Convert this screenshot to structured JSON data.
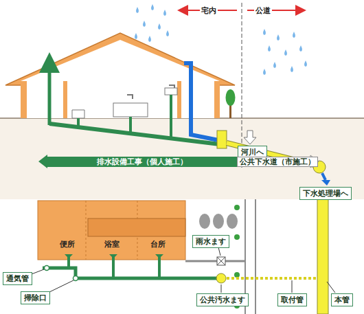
{
  "diagram": {
    "nodes": [
      {
        "text": [
          "河川へ"
        ]
      },
      {
        "text": [
          "排水設備工事（個人施工）"
        ]
      },
      {
        "text": [
          "公共下水道（市施工）"
        ]
      },
      {
        "text": [
          "下水処理場へ"
        ]
      },
      {
        "text": [
          "雨水ます"
        ]
      },
      {
        "text": [
          "通気管"
        ]
      },
      {
        "text": [
          "掃除口"
        ]
      },
      {
        "text": [
          "公共汚水ます"
        ]
      },
      {
        "text": [
          "取付管"
        ]
      },
      {
        "text": [
          "本管"
        ]
      }
    ],
    "labels": [
      "宅内",
      "公道",
      "便所",
      "浴室",
      "台所"
    ]
  }
}
